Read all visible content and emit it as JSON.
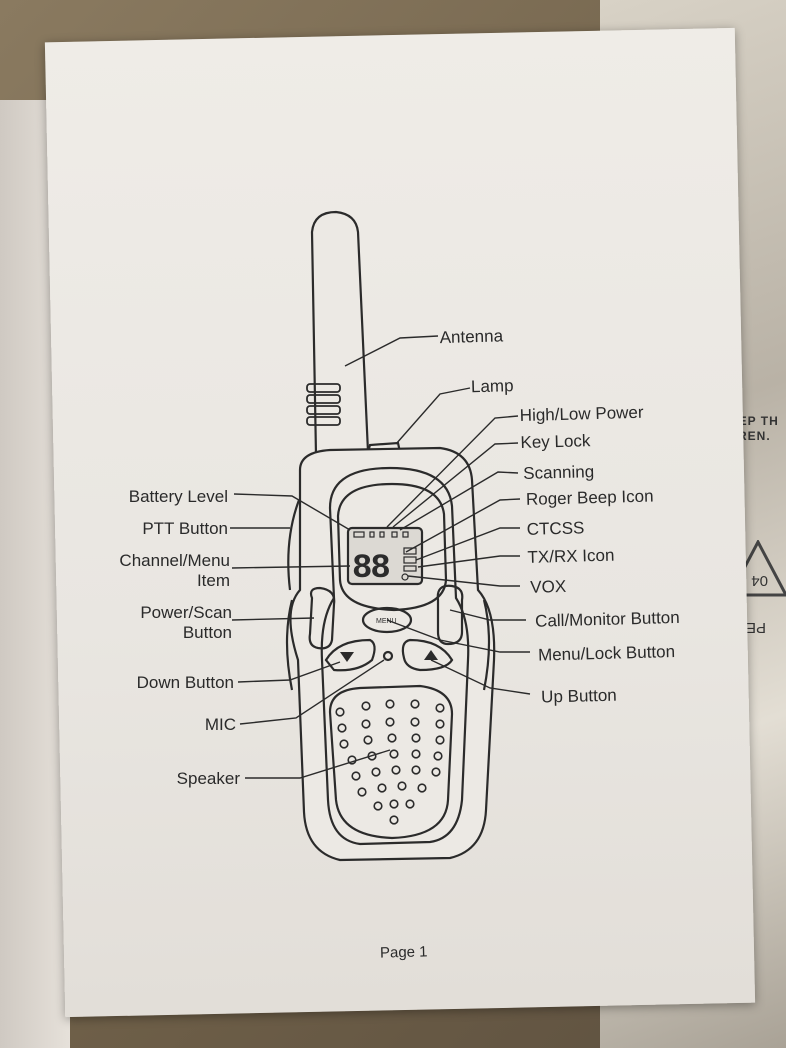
{
  "labels_right": {
    "antenna": "Antenna",
    "lamp": "Lamp",
    "high_low_power": "High/Low Power",
    "key_lock": "Key Lock",
    "scanning": "Scanning",
    "roger_beep": "Roger Beep Icon",
    "ctcss": "CTCSS",
    "txrx": "TX/RX Icon",
    "vox": "VOX",
    "call_monitor": "Call/Monitor Button",
    "menu_lock": "Menu/Lock Button",
    "up_button": "Up Button"
  },
  "labels_left": {
    "battery_level": "Battery Level",
    "ptt_button": "PTT Button",
    "channel_menu_1": "Channel/Menu",
    "channel_menu_2": "Item",
    "power_scan_1": "Power/Scan",
    "power_scan_2": "Button",
    "down_button": "Down Button",
    "mic": "MIC",
    "speaker": "Speaker"
  },
  "display": {
    "digits": "88",
    "menu_key": "MENU"
  },
  "footer": {
    "page": "Page 1"
  },
  "bag": {
    "line1": "N,KEEP TH",
    "line2": "HILDREN.",
    "recycle_code": "04",
    "material": "PE"
  }
}
